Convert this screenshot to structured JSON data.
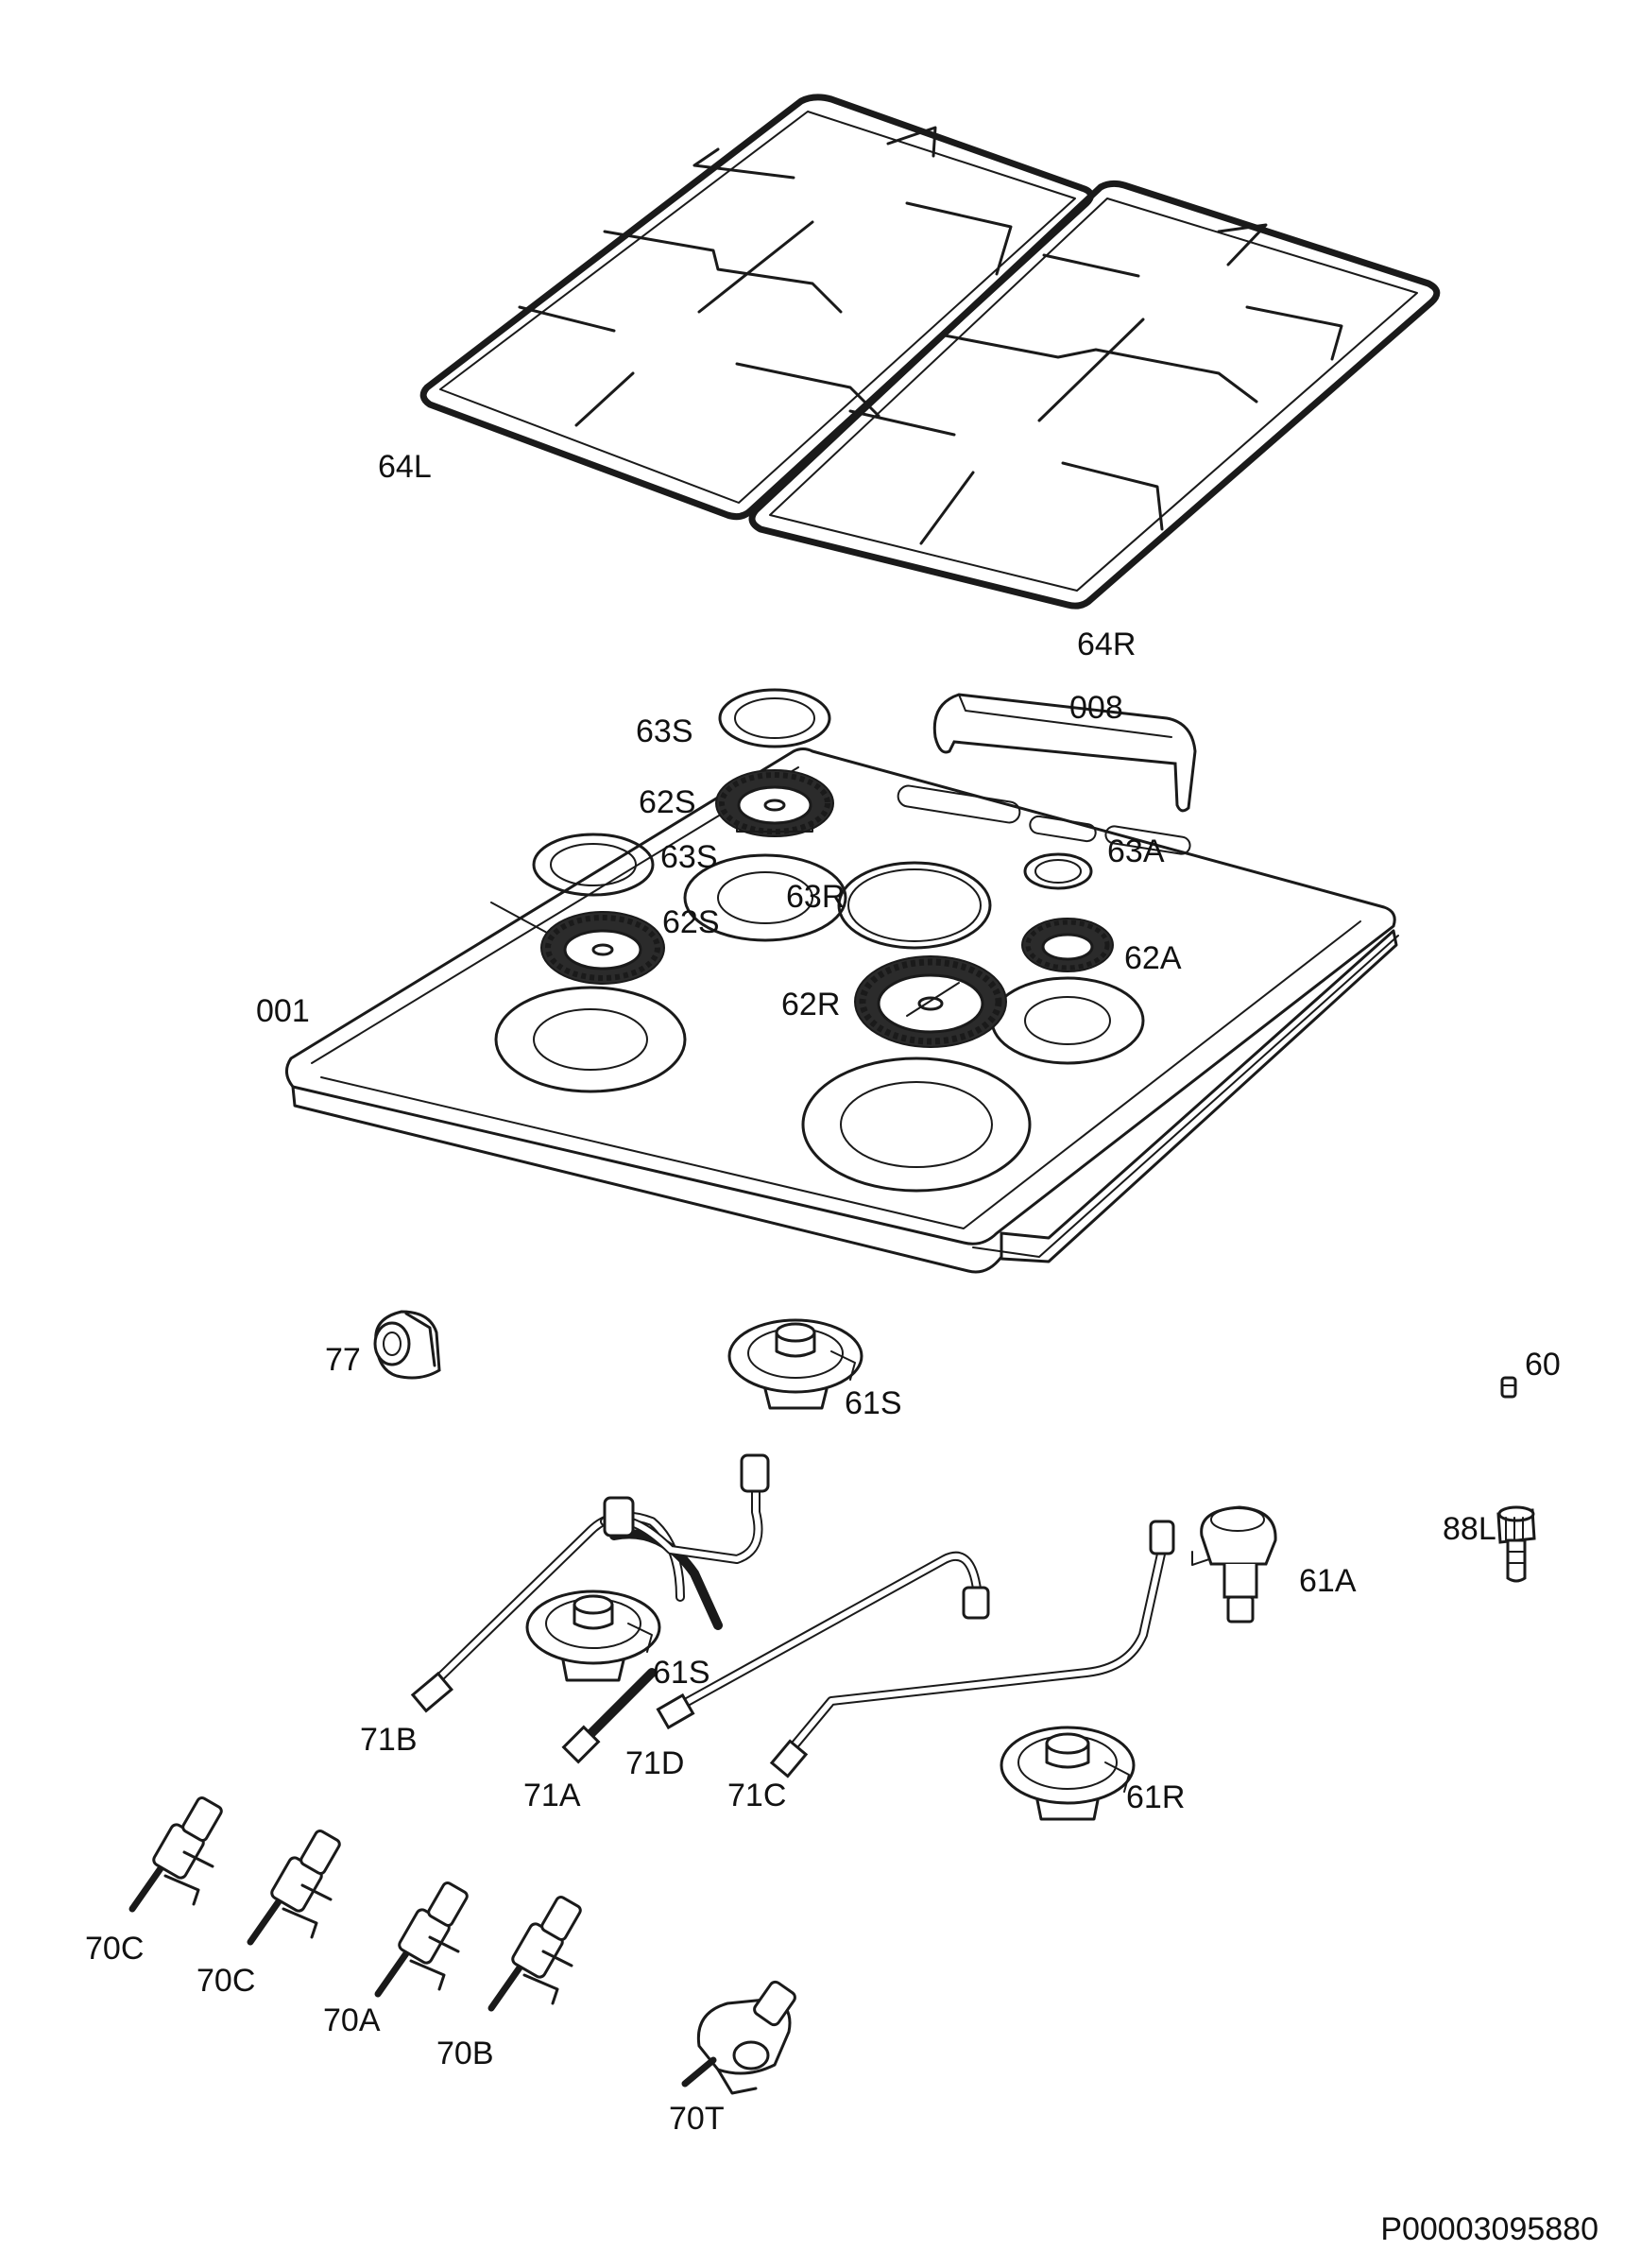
{
  "document": {
    "id": "P00003095880"
  },
  "parts": [
    {
      "key": "64L",
      "label": "64L",
      "name": "pan-support-left"
    },
    {
      "key": "64R",
      "label": "64R",
      "name": "pan-support-right"
    },
    {
      "key": "63S_1",
      "label": "63S",
      "name": "burner-cap-small-rear"
    },
    {
      "key": "008",
      "label": "008",
      "name": "rear-trim-profile"
    },
    {
      "key": "62S_1",
      "label": "62S",
      "name": "burner-crown-small-rear"
    },
    {
      "key": "63S_2",
      "label": "63S",
      "name": "burner-cap-small-left"
    },
    {
      "key": "63A",
      "label": "63A",
      "name": "burner-cap-auxiliary"
    },
    {
      "key": "63R",
      "label": "63R",
      "name": "burner-cap-rapid"
    },
    {
      "key": "62S_2",
      "label": "62S",
      "name": "burner-crown-small-left"
    },
    {
      "key": "62A",
      "label": "62A",
      "name": "burner-crown-auxiliary"
    },
    {
      "key": "001",
      "label": "001",
      "name": "hob-top-panel"
    },
    {
      "key": "62R",
      "label": "62R",
      "name": "burner-crown-rapid"
    },
    {
      "key": "77",
      "label": "77",
      "name": "knob-bezel"
    },
    {
      "key": "61S_1",
      "label": "61S",
      "name": "burner-base-small-upper"
    },
    {
      "key": "60",
      "label": "60",
      "name": "injector-nozzle"
    },
    {
      "key": "88L",
      "label": "88L",
      "name": "gas-inlet-connector"
    },
    {
      "key": "61A",
      "label": "61A",
      "name": "burner-base-auxiliary"
    },
    {
      "key": "61S_2",
      "label": "61S",
      "name": "burner-base-small-lower"
    },
    {
      "key": "71B",
      "label": "71B",
      "name": "gas-pipe-b"
    },
    {
      "key": "71D",
      "label": "71D",
      "name": "gas-pipe-d"
    },
    {
      "key": "71A",
      "label": "71A",
      "name": "gas-pipe-a"
    },
    {
      "key": "71C",
      "label": "71C",
      "name": "gas-pipe-c"
    },
    {
      "key": "61R",
      "label": "61R",
      "name": "burner-base-rapid"
    },
    {
      "key": "70C_1",
      "label": "70C",
      "name": "gas-tap-c-first"
    },
    {
      "key": "70C_2",
      "label": "70C",
      "name": "gas-tap-c-second"
    },
    {
      "key": "70A",
      "label": "70A",
      "name": "gas-tap-a"
    },
    {
      "key": "70B",
      "label": "70B",
      "name": "gas-tap-b"
    },
    {
      "key": "70T",
      "label": "70T",
      "name": "gas-thermostat-tap"
    }
  ]
}
